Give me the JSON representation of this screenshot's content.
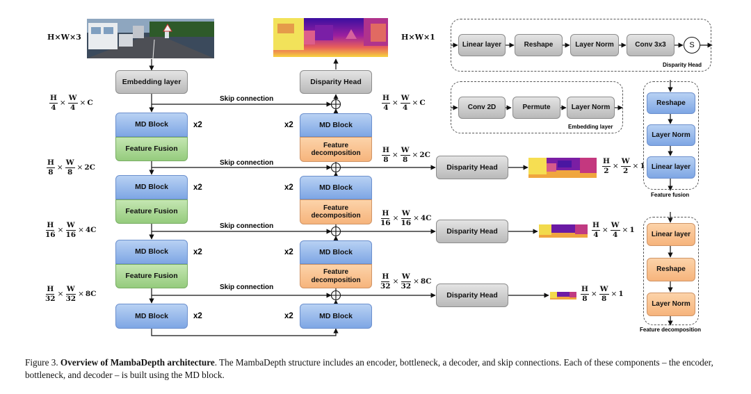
{
  "input_dim": "H×W×3",
  "output_dim": "H×W×1",
  "encoder": {
    "embedding_label": "Embedding layer",
    "md_block_label": "MD Block",
    "feature_fusion_label": "Feature Fusion",
    "repeat_label": "x2"
  },
  "decoder": {
    "disparity_head_label": "Disparity Head",
    "md_block_label": "MD Block",
    "feature_decomposition_label": "Feature decomposition",
    "repeat_label": "x2"
  },
  "skip_connection_label": "Skip connection",
  "encoder_dims": [
    {
      "num1": "H",
      "den1": "4",
      "num2": "W",
      "den2": "4",
      "ch": "C"
    },
    {
      "num1": "H",
      "den1": "8",
      "num2": "W",
      "den2": "8",
      "ch": "2C"
    },
    {
      "num1": "H",
      "den1": "16",
      "num2": "W",
      "den2": "16",
      "ch": "4C"
    },
    {
      "num1": "H",
      "den1": "32",
      "num2": "W",
      "den2": "32",
      "ch": "8C"
    }
  ],
  "decoder_dims": [
    {
      "num1": "H",
      "den1": "4",
      "num2": "W",
      "den2": "4",
      "ch": "C"
    },
    {
      "num1": "H",
      "den1": "8",
      "num2": "W",
      "den2": "8",
      "ch": "2C"
    },
    {
      "num1": "H",
      "den1": "16",
      "num2": "W",
      "den2": "16",
      "ch": "4C"
    },
    {
      "num1": "H",
      "den1": "32",
      "num2": "W",
      "den2": "32",
      "ch": "8C"
    }
  ],
  "side_outputs": [
    {
      "label": "Disparity Head",
      "num1": "H",
      "den1": "2",
      "num2": "W",
      "den2": "2",
      "ch": "1"
    },
    {
      "label": "Disparity Head",
      "num1": "H",
      "den1": "4",
      "num2": "W",
      "den2": "4",
      "ch": "1"
    },
    {
      "label": "Disparity Head",
      "num1": "H",
      "den1": "8",
      "num2": "W",
      "den2": "8",
      "ch": "1"
    }
  ],
  "disparity_head_detail": {
    "steps": [
      "Linear layer",
      "Reshape",
      "Layer Norm",
      "Conv 3x3"
    ],
    "end_symbol": "S",
    "title": "Disparity Head"
  },
  "embedding_detail": {
    "steps": [
      "Conv 2D",
      "Permute",
      "Layer Norm"
    ],
    "title": "Embedding layer"
  },
  "feature_fusion_detail": {
    "steps": [
      "Reshape",
      "Layer Norm",
      "Linear layer"
    ],
    "title": "Feature fusion"
  },
  "feature_decomposition_detail": {
    "steps": [
      "Linear layer",
      "Reshape",
      "Layer Norm"
    ],
    "title": "Feature decomposition"
  },
  "caption": {
    "prefix": "Figure 3.",
    "bold": "Overview of MambaDepth architecture",
    "rest": ". The MambaDepth structure includes an encoder, bottleneck, a decoder, and skip connections. Each of these components – the encoder, bottleneck, and decoder – is built using the MD block."
  },
  "colors": {
    "gray_box": "#c8c8c8",
    "blue_box": "#8fb3e9",
    "green_box": "#a9d894",
    "orange_box": "#f8c28e"
  }
}
